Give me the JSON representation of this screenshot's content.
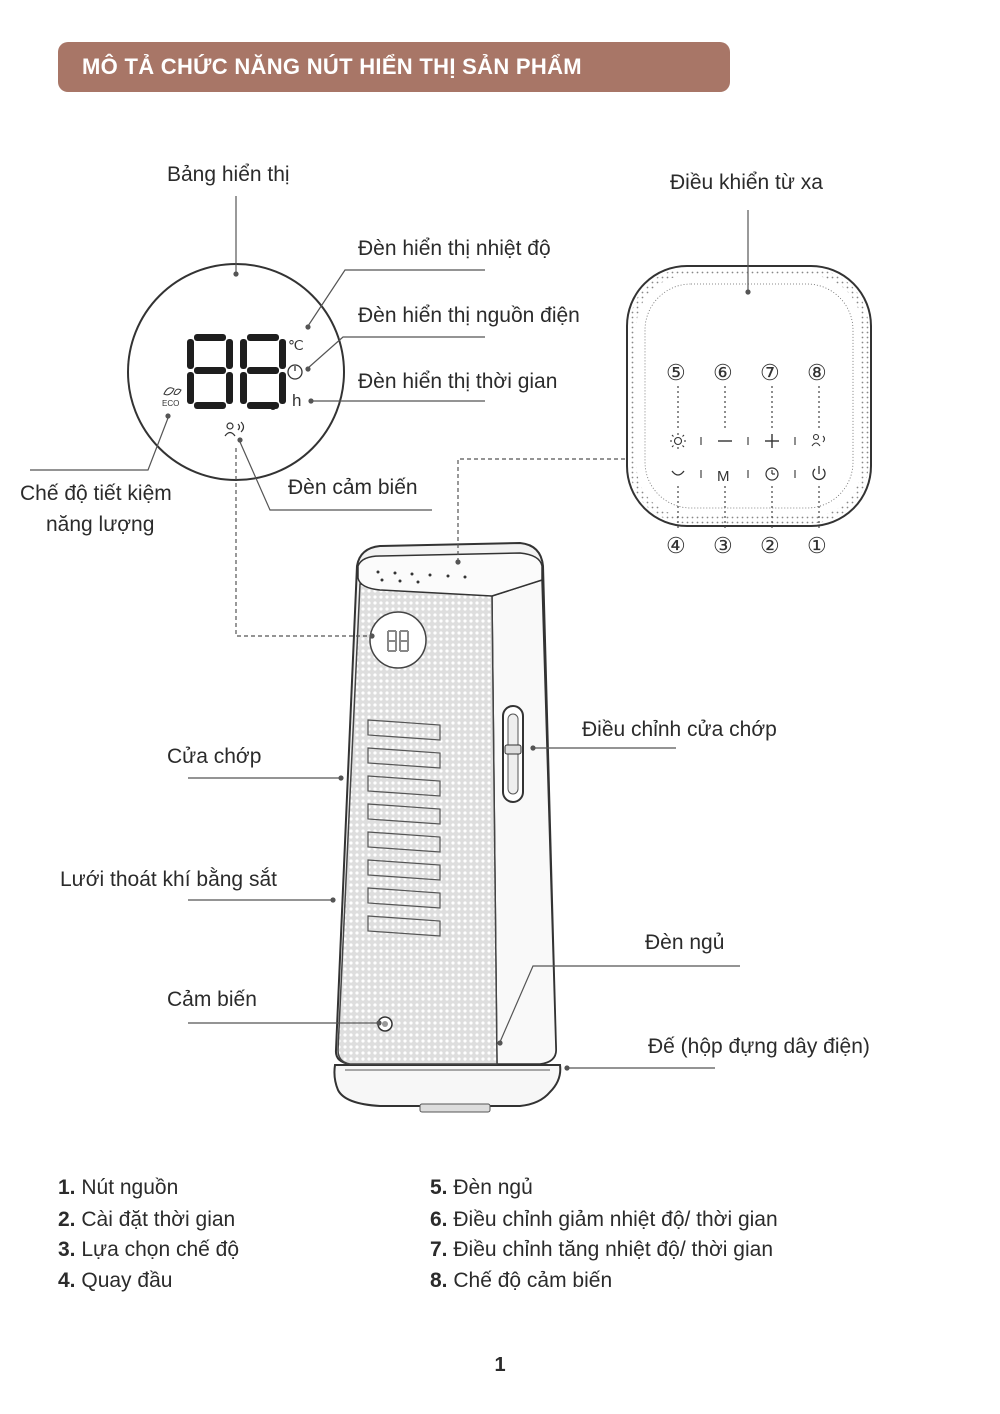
{
  "header": {
    "title": "MÔ TẢ CHỨC NĂNG NÚT HIỂN THỊ SẢN PHẨM"
  },
  "colors": {
    "accent": "#a87667",
    "line": "#555555",
    "body_gray": "#d8d8d8"
  },
  "display_panel": {
    "title": "Bảng hiển thị",
    "digits": "88",
    "unit_celsius": "℃",
    "unit_hour": "h",
    "eco_label": "ECO"
  },
  "labels": {
    "temp_light": "Đèn hiển thị nhiệt độ",
    "power_light": "Đèn hiển thị nguồn điện",
    "time_light": "Đèn hiển thị thời gian",
    "eco_mode_line1": "Chế độ tiết kiệm",
    "eco_mode_line2": "năng lượng",
    "sensor_light": "Đèn cảm biến",
    "remote": "Điều khiển từ xa",
    "louver_adjust": "Điều chỉnh cửa chớp",
    "louver": "Cửa chớp",
    "iron_grille": "Lưới thoát khí bằng sắt",
    "night_light": "Đèn ngủ",
    "sensor": "Cảm biến",
    "base": "Đế (hộp đựng dây điện)"
  },
  "remote": {
    "top_numbers": [
      "⑤",
      "⑥",
      "⑦",
      "⑧"
    ],
    "top_icons": [
      "sun-icon",
      "minus-icon",
      "plus-icon",
      "sensor-person-icon"
    ],
    "bottom_numbers": [
      "④",
      "③",
      "②",
      "①"
    ],
    "bottom_icons": [
      "oscillate-icon",
      "mode-icon",
      "clock-icon",
      "power-icon"
    ],
    "mode_glyph": "M"
  },
  "legend": {
    "left": [
      {
        "num": "1.",
        "text": "Nút nguồn"
      },
      {
        "num": "2.",
        "text": "Cài đặt thời gian"
      },
      {
        "num": "3.",
        "text": "Lựa chọn chế độ"
      },
      {
        "num": "4.",
        "text": "Quay đầu"
      }
    ],
    "right": [
      {
        "num": "5.",
        "text": "Đèn ngủ"
      },
      {
        "num": "6.",
        "text": "Điều chỉnh giảm nhiệt độ/ thời gian"
      },
      {
        "num": "7.",
        "text": "Điều chỉnh tăng nhiệt độ/ thời gian"
      },
      {
        "num": "8.",
        "text": "Chế độ cảm biến"
      }
    ]
  },
  "page": {
    "number": "1"
  }
}
